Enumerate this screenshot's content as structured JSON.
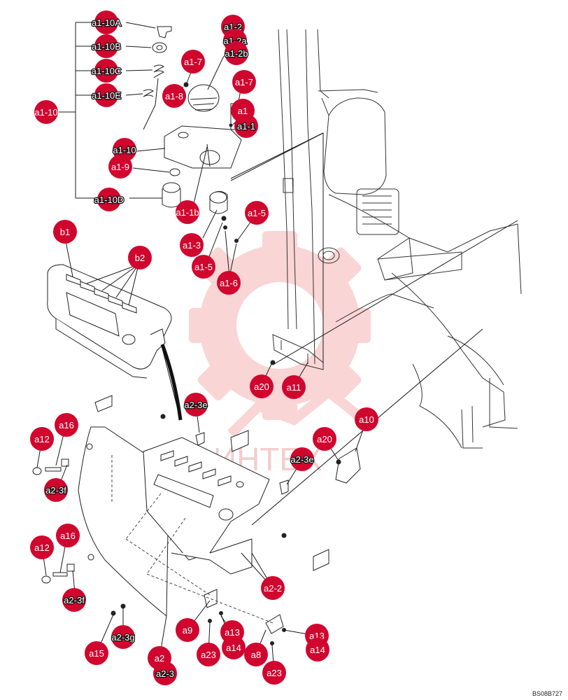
{
  "reference_code": "BS08B727",
  "watermark_text": "ИНТЕХ",
  "colors": {
    "callout_fill": "#d1062e",
    "line": "#1a1a1a",
    "drawing": "#333333",
    "watermark": "#f6b3b3"
  },
  "labels": {
    "a1_10": "a1-10",
    "a1_10a": "a1-10A",
    "a1_10b": "a1-10B",
    "a1_10c": "a1-10C",
    "a1_10e": "a1-10E",
    "a1_10d": "a1-10D",
    "a1_10f": "a1-10",
    "a1_9": "a1-9",
    "a1_1b": "a1-1b",
    "a1_2": "a1-2",
    "a1_2a": "a1-2a",
    "a1_2b": "a1-2b",
    "a1_7a": "a1-7",
    "a1_7b": "a1-7",
    "a1_8": "a1-8",
    "a1": "a1",
    "a1_1": "a1-1",
    "a1_5a": "a1-5",
    "a1_5b": "a1-5",
    "a1_3": "a1-3",
    "a1_6": "a1-6",
    "b1": "b1",
    "b2": "b2",
    "a20a": "a20",
    "a11": "a11",
    "a2_3e_top": "a2-3e",
    "a12a": "a12",
    "a16a": "a16",
    "a2_3f_a": "a2-3f",
    "a20b": "a20",
    "a10": "a10",
    "a2_3e_mid": "a2-3e",
    "a12b": "a12",
    "a16b": "a16",
    "a2_3f_b": "a2-3f",
    "a2_2": "a2-2",
    "a9": "a9",
    "a13a": "a13",
    "a14a": "a14",
    "a23a": "a23",
    "a8": "a8",
    "a13b": "a13",
    "a14b": "a14",
    "a23b": "a23",
    "a15": "a15",
    "a2_3g": "a2-3g",
    "a2": "a2",
    "a2_3": "a2-3"
  }
}
